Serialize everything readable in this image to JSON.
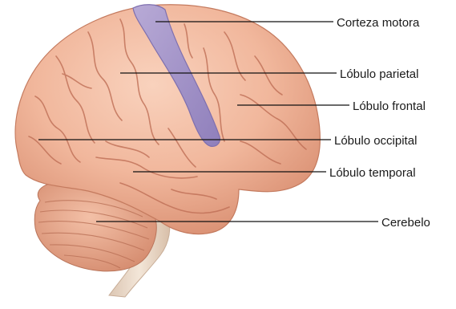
{
  "labels": {
    "corteza_motora": "Corteza motora",
    "lobulo_parietal": "Lóbulo parietal",
    "lobulo_frontal": "Lóbulo frontal",
    "lobulo_occipital": "Lóbulo occipital",
    "lobulo_temporal": "Lóbulo temporal",
    "cerebelo": "Cerebelo"
  },
  "colors": {
    "cerebrum": "#f1b79c",
    "cerebrum_shadow": "#d98f72",
    "sulcus": "#c27058",
    "motor_cortex": "#a596c8",
    "cerebellum": "#e7a085",
    "brainstem": "#ead8c7",
    "leader_line": "#111111"
  }
}
